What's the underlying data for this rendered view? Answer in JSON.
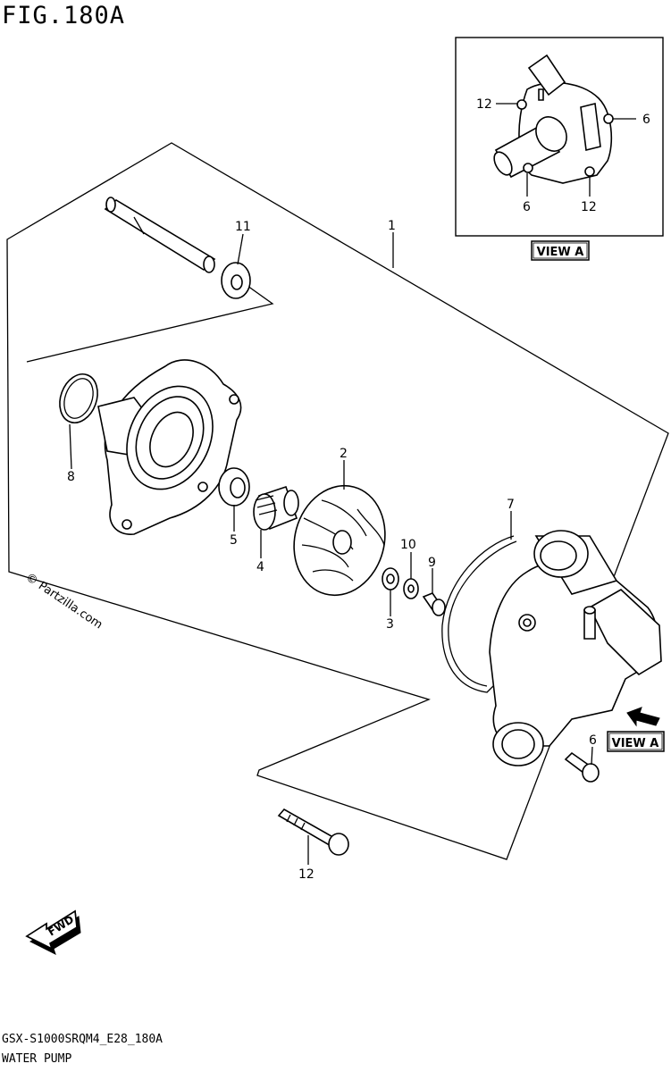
{
  "figure": {
    "title": "FIG.180A"
  },
  "footer": {
    "code": "GSX-S1000SRQM4_E28_180A",
    "name": "WATER PUMP"
  },
  "watermark": "© Partzilla.com",
  "view_a": {
    "box_label": "VIEW A",
    "pointer_label": "VIEW A"
  },
  "fwd_label": "FWD",
  "callouts": {
    "c1": "1",
    "c2": "2",
    "c3": "3",
    "c4": "4",
    "c5": "5",
    "c6": "6",
    "c7": "7",
    "c8": "8",
    "c9": "9",
    "c10": "10",
    "c11": "11",
    "c12": "12",
    "inset_12a": "12",
    "inset_6a": "6",
    "inset_6b": "6",
    "inset_12b": "12"
  }
}
